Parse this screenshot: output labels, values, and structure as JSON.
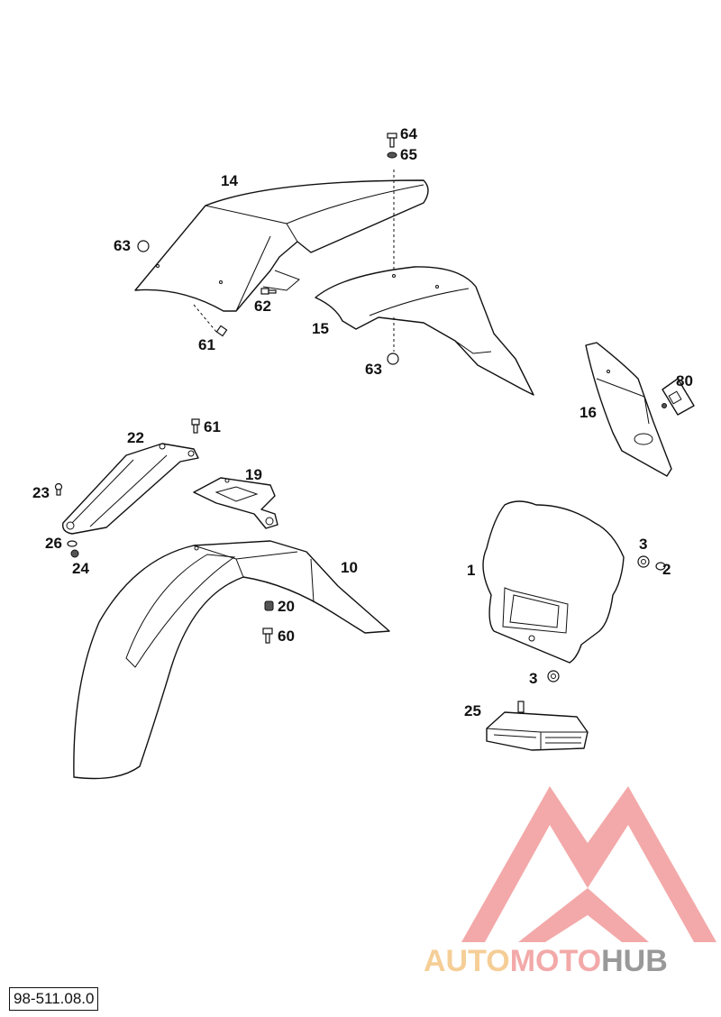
{
  "diagram": {
    "part_numbers": {
      "rear_fender": "14",
      "bolt_top": "64",
      "washer_top": "65",
      "nut_left": "63",
      "screw_62": "62",
      "screw_61_rear": "61",
      "mudguard_insert": "15",
      "nut_63_lower": "63",
      "number_plate_holder": "16",
      "light_80": "80",
      "bracket_strut": "22",
      "screw_61_front": "61",
      "bracket_plate": "19",
      "screw_23": "23",
      "washer_26": "26",
      "nut_24": "24",
      "front_fender": "10",
      "spacer_20": "20",
      "screw_60": "60",
      "headlight_mask": "1",
      "nut_3_upper": "3",
      "grommet_2": "2",
      "nut_3_lower": "3",
      "headlight_unit": "25"
    },
    "document_number": "98-511.08.0"
  },
  "watermark": {
    "part1": "AUTO",
    "part2": "MOTO",
    "part3": "HUB",
    "colors": {
      "triangle": "#f2a0a0",
      "auto": "#f5c98c",
      "moto": "#f2a0a0",
      "hub": "#8e8e8e"
    }
  }
}
